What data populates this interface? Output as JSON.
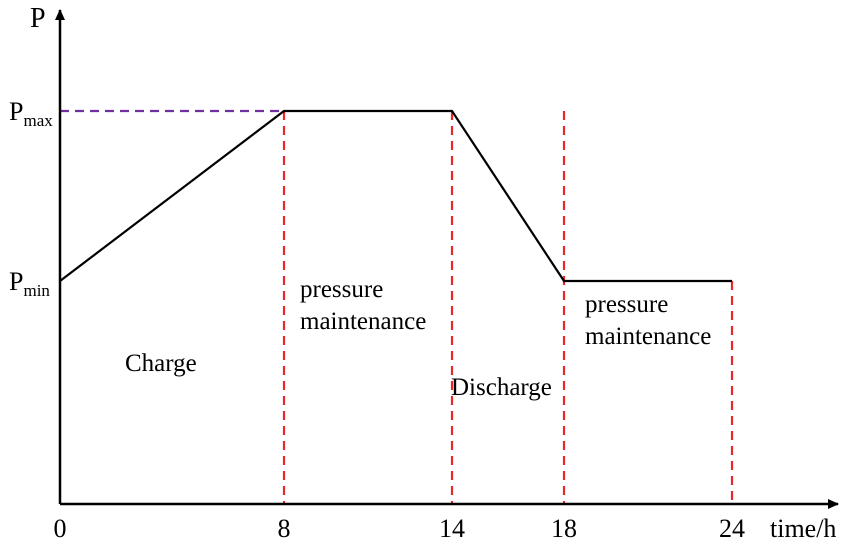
{
  "chart_data": {
    "type": "line",
    "title": "",
    "xlabel": "time/h",
    "ylabel": "P",
    "x_ticks": [
      "0",
      "8",
      "14",
      "18",
      "24"
    ],
    "y_ticks": [
      {
        "main": "P",
        "sub": "max"
      },
      {
        "main": "P",
        "sub": "min"
      }
    ],
    "series": [
      {
        "x": [
          0,
          8,
          14,
          18,
          24
        ],
        "y": [
          "P_min",
          "P_max",
          "P_max",
          "P_min",
          "P_min"
        ],
        "color": "#000000"
      }
    ],
    "reference_lines": [
      {
        "orientation": "horizontal",
        "level": "P_max",
        "from_x": 0,
        "to_x": 8,
        "style": "dashed",
        "color": "#7030a0"
      },
      {
        "orientation": "vertical",
        "x": 8,
        "style": "dashed",
        "color": "#e8282b"
      },
      {
        "orientation": "vertical",
        "x": 14,
        "style": "dashed",
        "color": "#e8282b"
      },
      {
        "orientation": "vertical",
        "x": 18,
        "style": "dashed",
        "color": "#e8282b"
      },
      {
        "orientation": "vertical",
        "x": 24,
        "style": "dashed",
        "color": "#e8282b"
      }
    ],
    "annotations": [
      {
        "lines": [
          "Charge"
        ],
        "x_from": 0,
        "x_to": 8
      },
      {
        "lines": [
          "pressure",
          "maintenance"
        ],
        "x_from": 8,
        "x_to": 14
      },
      {
        "lines": [
          "Discharge"
        ],
        "x_from": 14,
        "x_to": 18
      },
      {
        "lines": [
          "pressure",
          "maintenance"
        ],
        "x_from": 18,
        "x_to": 24
      }
    ],
    "grid": false,
    "legend": "none",
    "colors": {
      "curve": "#000000",
      "axis": "#000000",
      "vertical_dash": "#e8282b",
      "pmax_dash": "#7030a0"
    }
  }
}
